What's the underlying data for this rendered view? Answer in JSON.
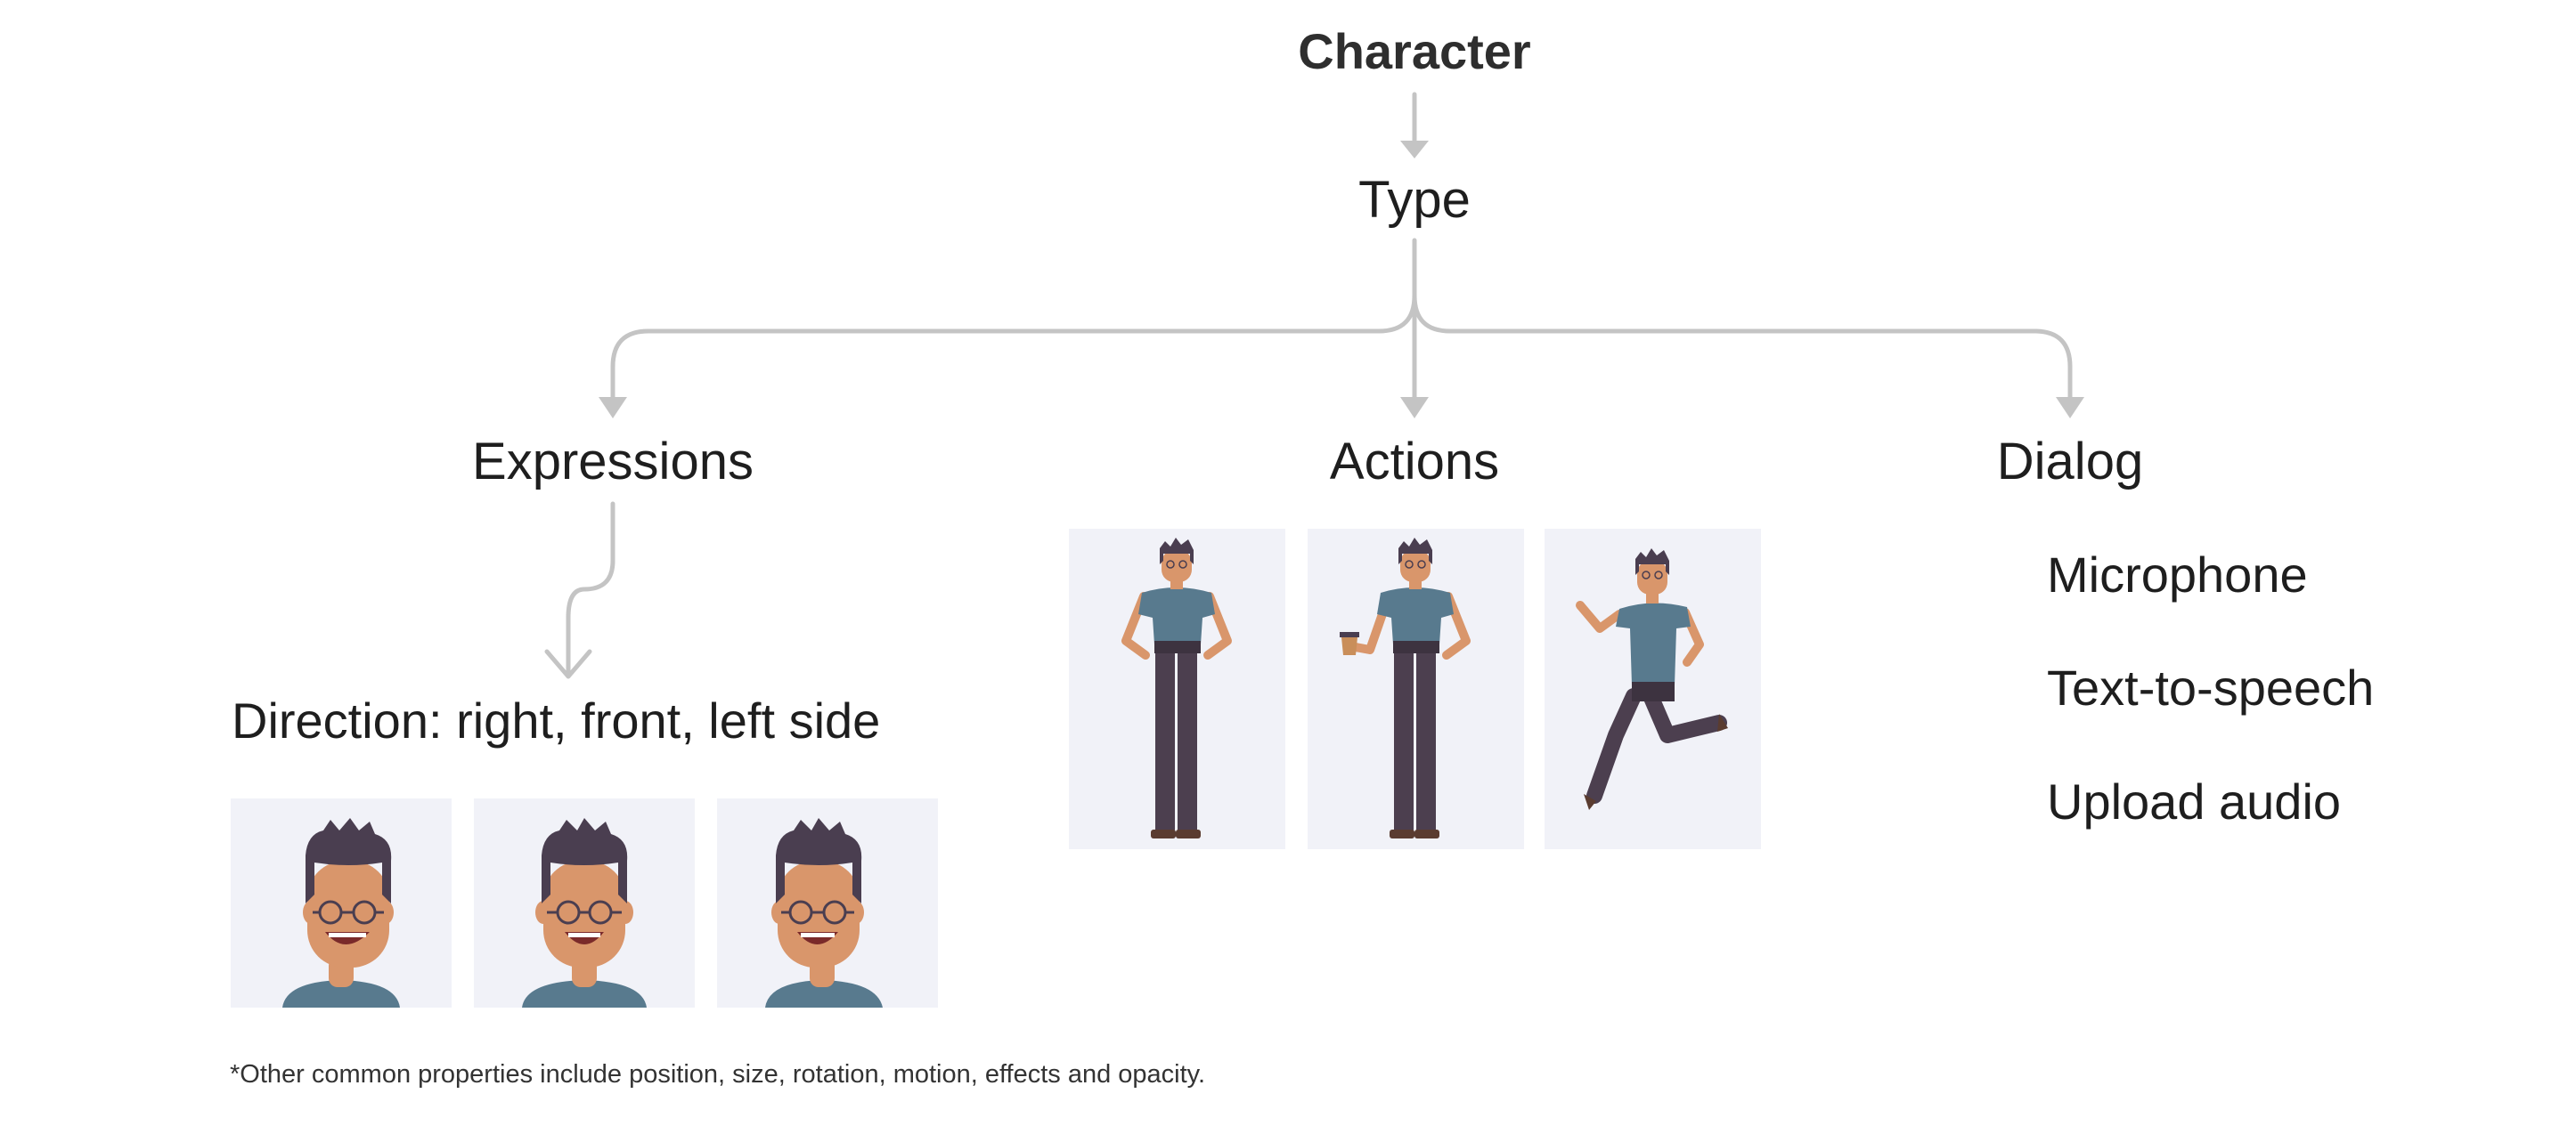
{
  "diagram": {
    "title": "Character",
    "type_label": "Type",
    "branches": {
      "expressions": "Expressions",
      "actions": "Actions",
      "dialog": "Dialog"
    },
    "direction_label": "Direction: right, front, left side",
    "dialog_items": [
      "Microphone",
      "Text-to-speech",
      "Upload audio"
    ],
    "footnote": "*Other common properties include position, size, rotation, motion, effects and opacity."
  },
  "colors": {
    "connector": "#c4c4c4",
    "tile_background": "#f1f2f8",
    "skin": "#d9966b",
    "hair": "#4a3e50",
    "shirt": "#587a8e",
    "pants": "#4c3f4f",
    "mouth": "#7a2a2a",
    "cup": "#c98e5a"
  },
  "icons": {
    "expression_faces": [
      "face-right-icon",
      "face-front-icon",
      "face-left-icon"
    ],
    "action_figures": [
      "standing-figure-icon",
      "holding-cup-figure-icon",
      "running-figure-icon"
    ]
  }
}
